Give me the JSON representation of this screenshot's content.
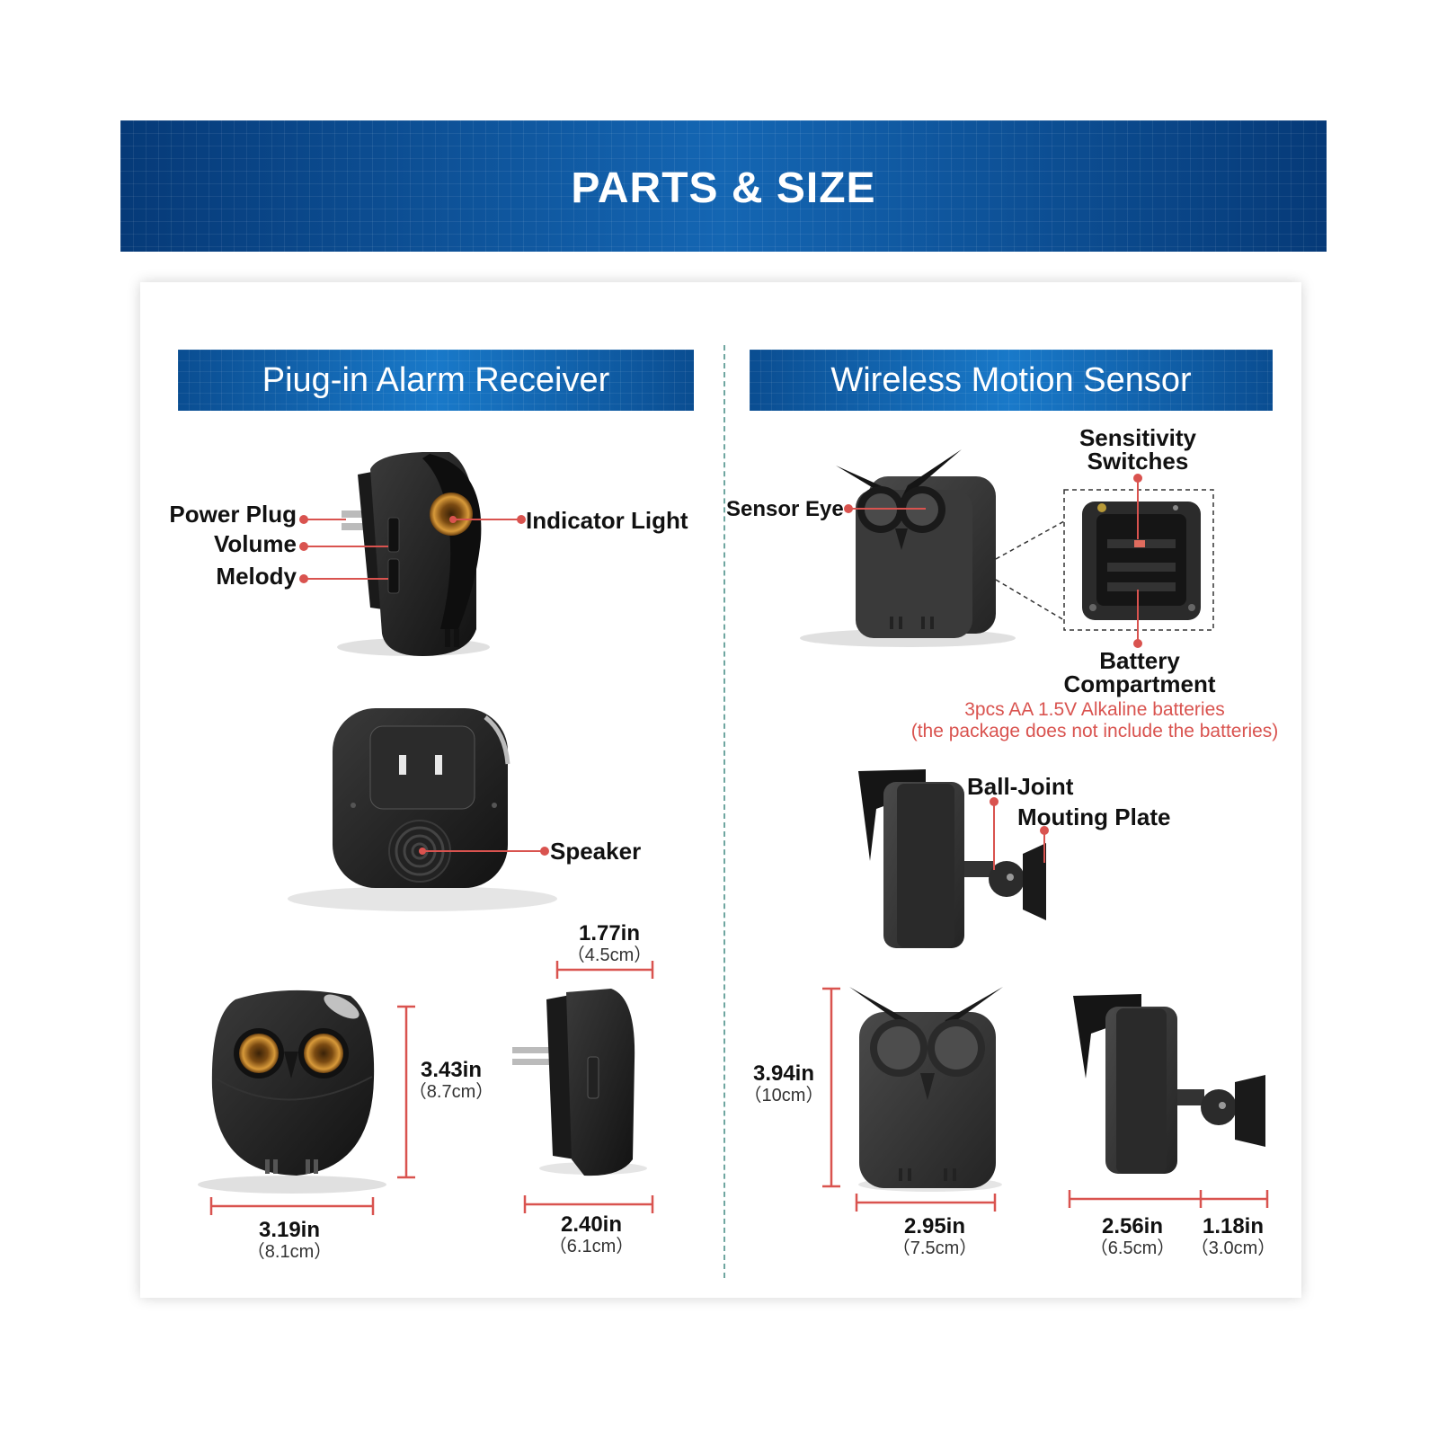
{
  "banner": {
    "title": "PARTS & SIZE"
  },
  "receiver": {
    "header": "Piug-in Alarm Receiver",
    "labels": {
      "power_plug": "Power Plug",
      "volume": "Volume",
      "melody": "Melody",
      "indicator_light": "Indicator Light",
      "speaker": "Speaker"
    },
    "dimensions": {
      "height": {
        "value": "3.43in",
        "metric": "（8.7cm）"
      },
      "width": {
        "value": "3.19in",
        "metric": "（8.1cm）"
      },
      "depth_top": {
        "value": "1.77in",
        "metric": "（4.5cm）"
      },
      "depth_bottom": {
        "value": "2.40in",
        "metric": "（6.1cm）"
      }
    }
  },
  "sensor": {
    "header": "Wireless Motion Sensor",
    "labels": {
      "sensor_eye": "Sensor Eye",
      "sensitivity_line1": "Sensitivity",
      "sensitivity_line2": "Switches",
      "battery_line1": "Battery",
      "battery_line2": "Compartment",
      "ball_joint": "Ball-Joint",
      "mounting_plate": "Mouting Plate"
    },
    "battery_note": {
      "line1": "3pcs AA 1.5V Alkaline batteries",
      "line2": "(the package does not include the batteries)"
    },
    "dimensions": {
      "height": {
        "value": "3.94in",
        "metric": "（10cm）"
      },
      "width": {
        "value": "2.95in",
        "metric": "（7.5cm）"
      },
      "depth": {
        "value": "2.56in",
        "metric": "（6.5cm）"
      },
      "plate": {
        "value": "1.18in",
        "metric": "（3.0cm）"
      }
    }
  },
  "colors": {
    "accent": "#0e5ea8",
    "leader": "#d9534f",
    "device": "#1e1e1e",
    "eye": "#c98a2c"
  }
}
